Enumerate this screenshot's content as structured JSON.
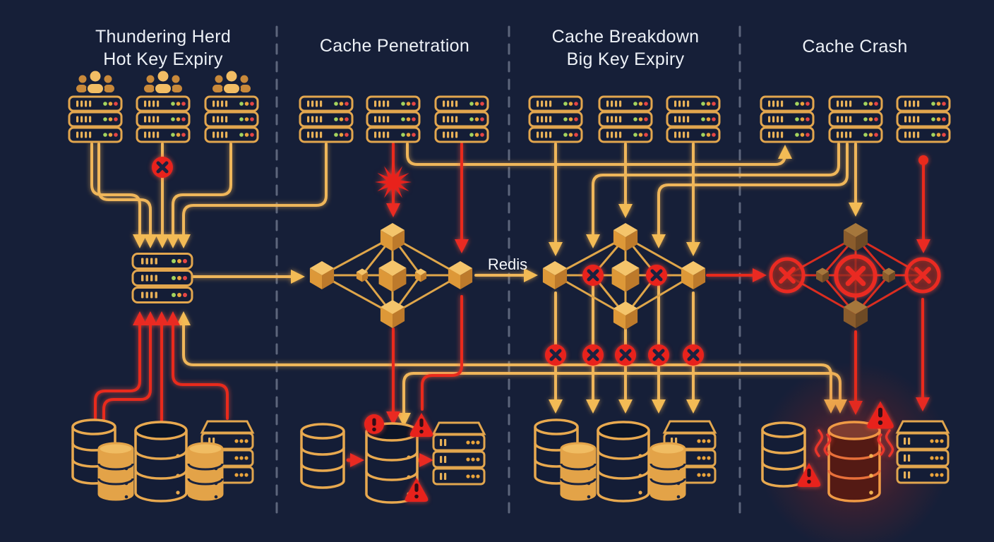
{
  "diagram": {
    "type": "cache-failure-modes-diagram",
    "background_color": "#161f38",
    "accent_gold": "#efb65a",
    "accent_red": "#e9291f",
    "title_color": "#edf1f7",
    "columns": [
      {
        "id": "thundering-herd",
        "title_lines": [
          "Thundering Herd",
          "Hot Key Expiry"
        ]
      },
      {
        "id": "cache-penetration",
        "title_lines": [
          "Cache Penetration"
        ]
      },
      {
        "id": "cache-breakdown",
        "title_lines": [
          "Cache Breakdown",
          "Big Key Expiry"
        ]
      },
      {
        "id": "cache-crash",
        "title_lines": [
          "Cache Crash"
        ]
      }
    ],
    "labels": {
      "cache_cluster": "Redis"
    },
    "icons": {
      "user-group-icon": "trio silhouette",
      "app-server-icon": "rack with LED dots",
      "cache-node-icon": "isometric cube",
      "database-icon": "cylinder",
      "storage-rack-icon": "lidded rack",
      "error-badge-icon": "✕",
      "warning-badge-icon": "⚠",
      "crash-burst-icon": "✸"
    }
  }
}
